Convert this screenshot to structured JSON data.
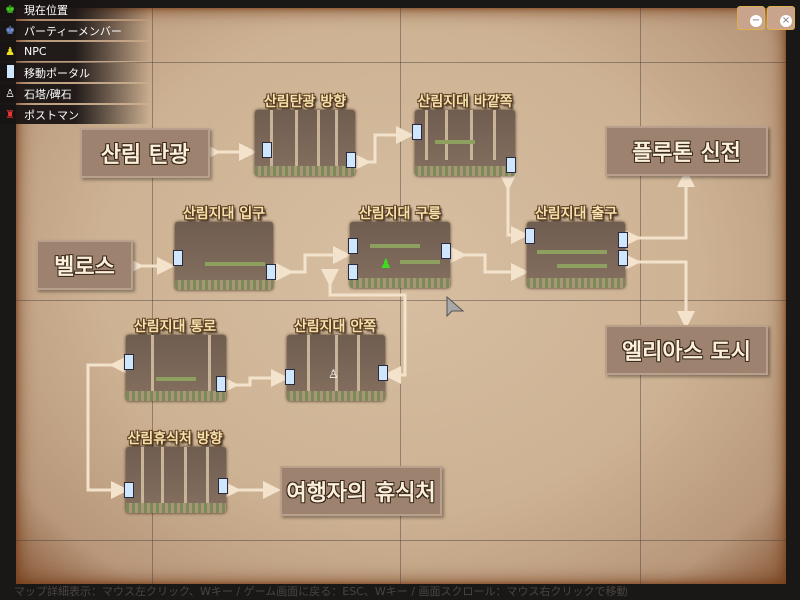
{
  "legend": [
    {
      "icon": "current-position-icon",
      "label": "現在位置",
      "color": "#44dd22"
    },
    {
      "icon": "party-member-icon",
      "label": "パーティーメンバー",
      "color": "#7799dd"
    },
    {
      "icon": "npc-icon",
      "label": "NPC",
      "color": "#f0e020"
    },
    {
      "icon": "portal-icon",
      "label": "移動ポータル",
      "color": "#cfe6ff"
    },
    {
      "icon": "stone-tower-icon",
      "label": "石塔/碑石",
      "color": "#ffffff"
    },
    {
      "icon": "postman-icon",
      "label": "ポストマン",
      "color": "#ee3333"
    }
  ],
  "maps": {
    "mine_dir": "산림탄광 방향",
    "outer": "산림지대 바깥쪽",
    "entrance": "산림지대 입구",
    "hill": "산림지대 구릉",
    "exit": "산림지대 출구",
    "passage": "산림지대 통로",
    "inner": "산림지대 안쪽",
    "rest_dir": "산림휴식처 방향"
  },
  "regions": {
    "mine": "산림 탄광",
    "bellos": "벨로스",
    "pluton": "플루톤 신전",
    "elias": "엘리아스 도시",
    "rest": "여행자의 휴식처"
  },
  "hint": "マップ詳細表示：マウス左クリック、Wキー / ゲーム画面に戻る：ESC、Wキー / 画面スクロール：マウス右クリックで移動"
}
